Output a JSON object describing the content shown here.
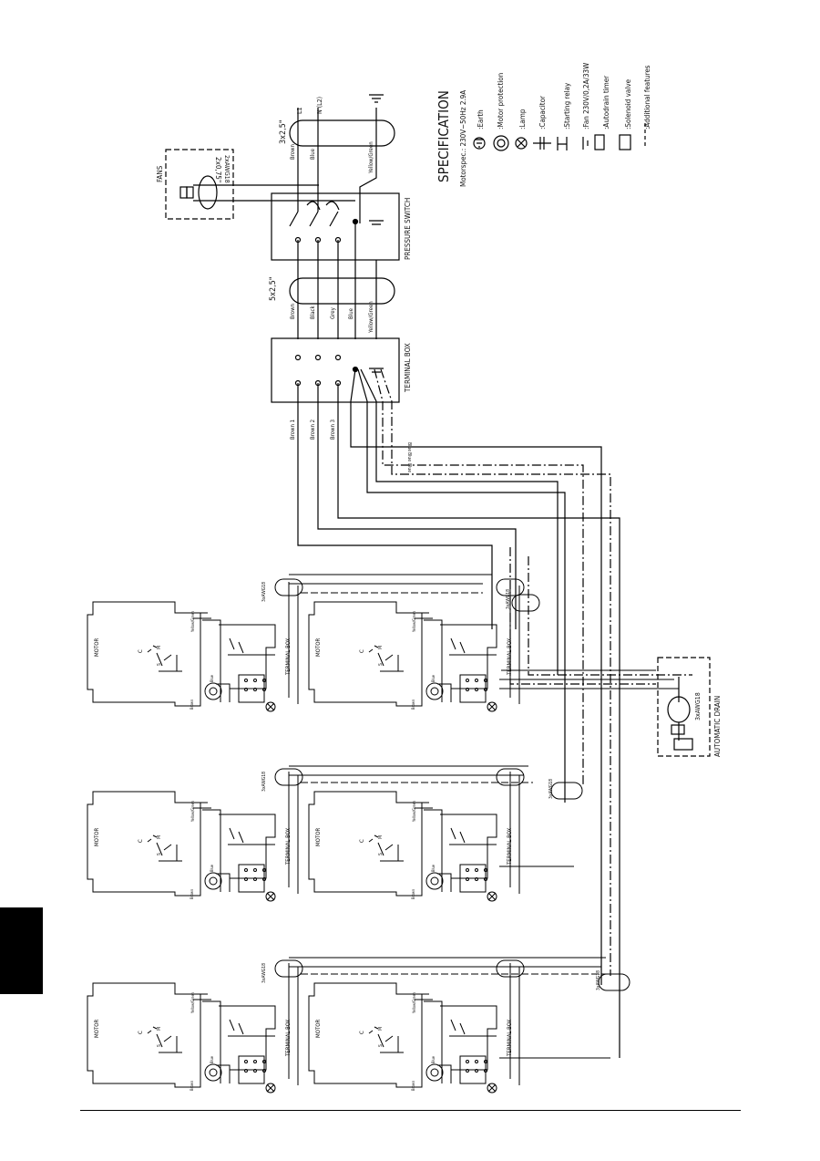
{
  "diagram": {
    "spec": {
      "title": "SPECIFICATION",
      "motorspec": "Motorspec.: 230V~50Hz 2.9A",
      "legend": [
        {
          "key": "earth",
          "label": ":Earth"
        },
        {
          "key": "motor_protection",
          "label": ":Motor protection"
        },
        {
          "key": "lamp",
          "label": ":Lamp"
        },
        {
          "key": "capacitor",
          "label": ":Capacitor"
        },
        {
          "key": "starting_relay",
          "label": ":Starting relay"
        },
        {
          "key": "fan",
          "label": ":Fan 230V/0,2A/33W"
        },
        {
          "key": "autodrain_timer",
          "label": ":Autodrain timer"
        },
        {
          "key": "solenoid_valve",
          "label": ":Solenoid valve"
        },
        {
          "key": "additional",
          "label": ":Additional features"
        }
      ]
    },
    "supply": {
      "l1": "L1",
      "n": "N (L2)"
    },
    "cable_supply": "3x2,5\"",
    "cable_mid": "5x2,5\"",
    "cable_fans": "2x0,75\"",
    "cable_fans_awg": "2xAWG18",
    "cable_unit": "3xAWG18",
    "fans_label": "FANS",
    "pressure_switch": "PRESSURE SWITCH",
    "terminal_box": "TERMINAL BOX",
    "automatic_drain": "AUTOMATIC DRAIN",
    "wires_supply": [
      "Brown",
      "Blue",
      "Yellow/Green"
    ],
    "wires_mid": [
      "Brown",
      "Black",
      "Grey",
      "Blue",
      "Yellow/Green"
    ],
    "wires_out": [
      "Brown 1",
      "Brown 2",
      "Brown 3"
    ],
    "blue_labels": [
      "Blue",
      "Blue",
      "Blue"
    ],
    "unit": {
      "motor": "MOTOR",
      "terminal_box": "TERMINAL BOX",
      "cable": "3xAWG18",
      "c": "C",
      "s": "S",
      "m": "M",
      "wire_a": "Blue",
      "wire_b": "Yellow/Green",
      "wire_c": "Brown"
    }
  }
}
